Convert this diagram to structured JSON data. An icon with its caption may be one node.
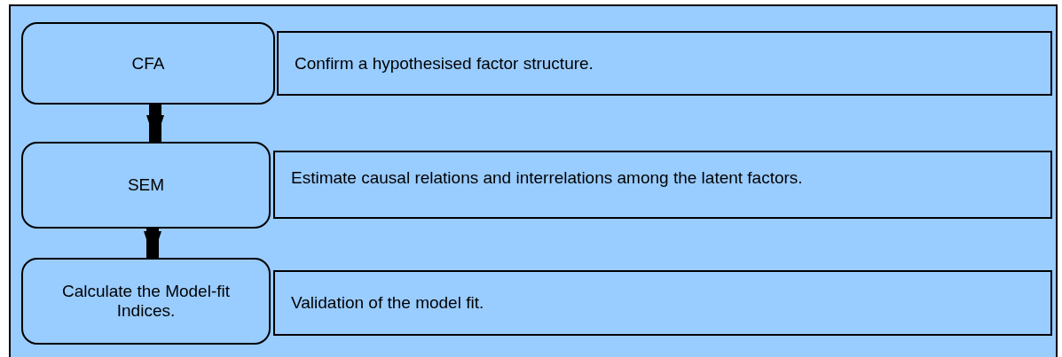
{
  "diagram": {
    "nodes": [
      {
        "text": [
          "CFA"
        ]
      },
      {
        "text": [
          "Confirm a hypothesised factor structure."
        ]
      },
      {
        "text": [
          "SEM"
        ]
      },
      {
        "text": [
          "Estimate causal relations and interrelations among the latent factors."
        ]
      },
      {
        "text": [
          "Calculate the Model-fit Indices."
        ]
      },
      {
        "text": [
          "Validation of the model fit."
        ]
      }
    ],
    "edges": [
      {
        "from": 0,
        "to": 2,
        "arrow": "to"
      },
      {
        "from": 2,
        "to": 4,
        "arrow": "to"
      }
    ]
  }
}
